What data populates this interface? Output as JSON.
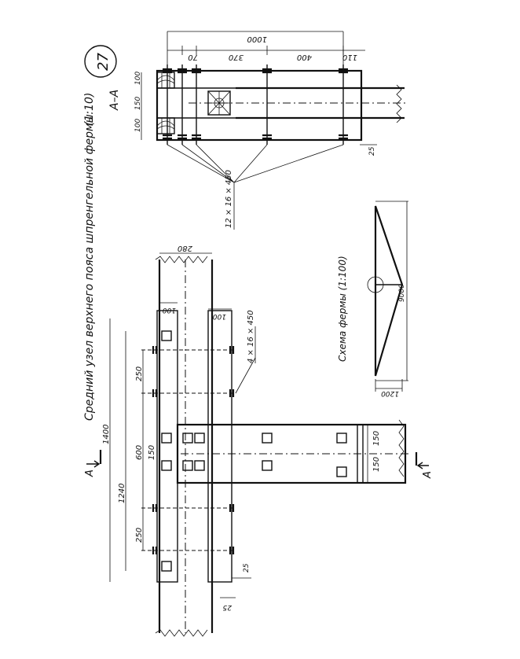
{
  "sheet": {
    "title": "Средний узел верхнего пояса шпренгельной фермы",
    "scale": "(1:10)",
    "number": "27"
  },
  "section": {
    "label": "А–А",
    "dims_top": [
      "1000",
      "70",
      "370",
      "400",
      "110"
    ],
    "dims_left": [
      "100",
      "150",
      "100"
    ],
    "dim_bottom": "25",
    "bolts": "12 × 16 × 450"
  },
  "plan": {
    "cut_label": "А",
    "dim_280": "280",
    "dim_100_a": "100",
    "dim_100_b": "100",
    "dim_1400": "1400",
    "dim_1240": "1240",
    "dim_250_top": "250",
    "dim_600": "600",
    "dim_150": "150",
    "dim_250_bottom": "250",
    "dim_150_right_a": "150",
    "dim_150_right_b": "150",
    "dim_25_a": "25",
    "dim_25_b": "25",
    "bolts": "4 × 16 × 450"
  },
  "scheme": {
    "caption": "Схема фермы (1:100)",
    "span": "9000",
    "height": "1200"
  }
}
